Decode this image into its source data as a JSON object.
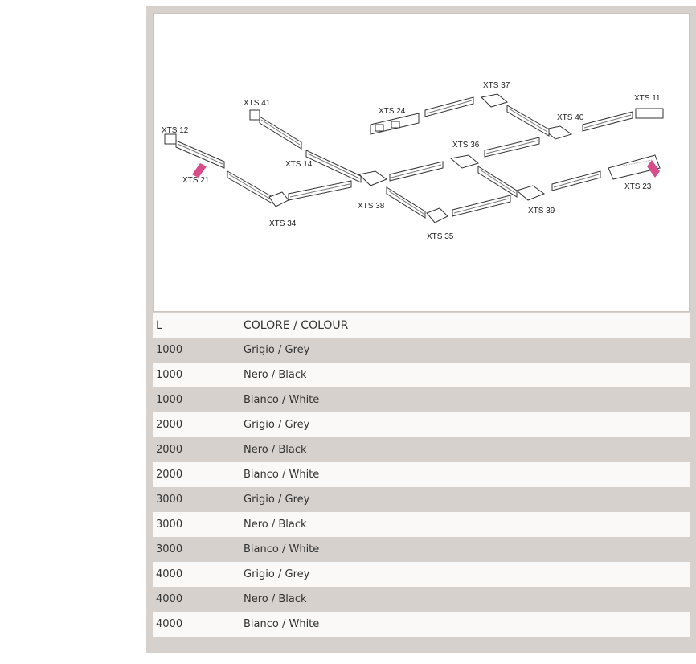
{
  "diagram": {
    "labels": {
      "xts12": "XTS 12",
      "xts21": "XTS 21",
      "xts41": "XTS 41",
      "xts14": "XTS 14",
      "xts34": "XTS 34",
      "xts38": "XTS 38",
      "xts24": "XTS 24",
      "xts37": "XTS 37",
      "xts36": "XTS 36",
      "xts35": "XTS 35",
      "xts40": "XTS 40",
      "xts39": "XTS 39",
      "xts11": "XTS 11",
      "xts23": "XTS 23"
    },
    "colors": {
      "accent_marker": "#d94c8a"
    }
  },
  "table": {
    "header": {
      "length": "L",
      "colour": "COLORE / COLOUR"
    },
    "rows": [
      {
        "length": "1000",
        "colour": "Grigio / Grey"
      },
      {
        "length": "1000",
        "colour": "Nero / Black"
      },
      {
        "length": "1000",
        "colour": "Bianco / White"
      },
      {
        "length": "2000",
        "colour": "Grigio / Grey"
      },
      {
        "length": "2000",
        "colour": "Nero / Black"
      },
      {
        "length": "2000",
        "colour": "Bianco / White"
      },
      {
        "length": "3000",
        "colour": "Grigio / Grey"
      },
      {
        "length": "3000",
        "colour": "Nero / Black"
      },
      {
        "length": "3000",
        "colour": "Bianco / White"
      },
      {
        "length": "4000",
        "colour": "Grigio / Grey"
      },
      {
        "length": "4000",
        "colour": "Nero / Black"
      },
      {
        "length": "4000",
        "colour": "Bianco / White"
      }
    ]
  }
}
